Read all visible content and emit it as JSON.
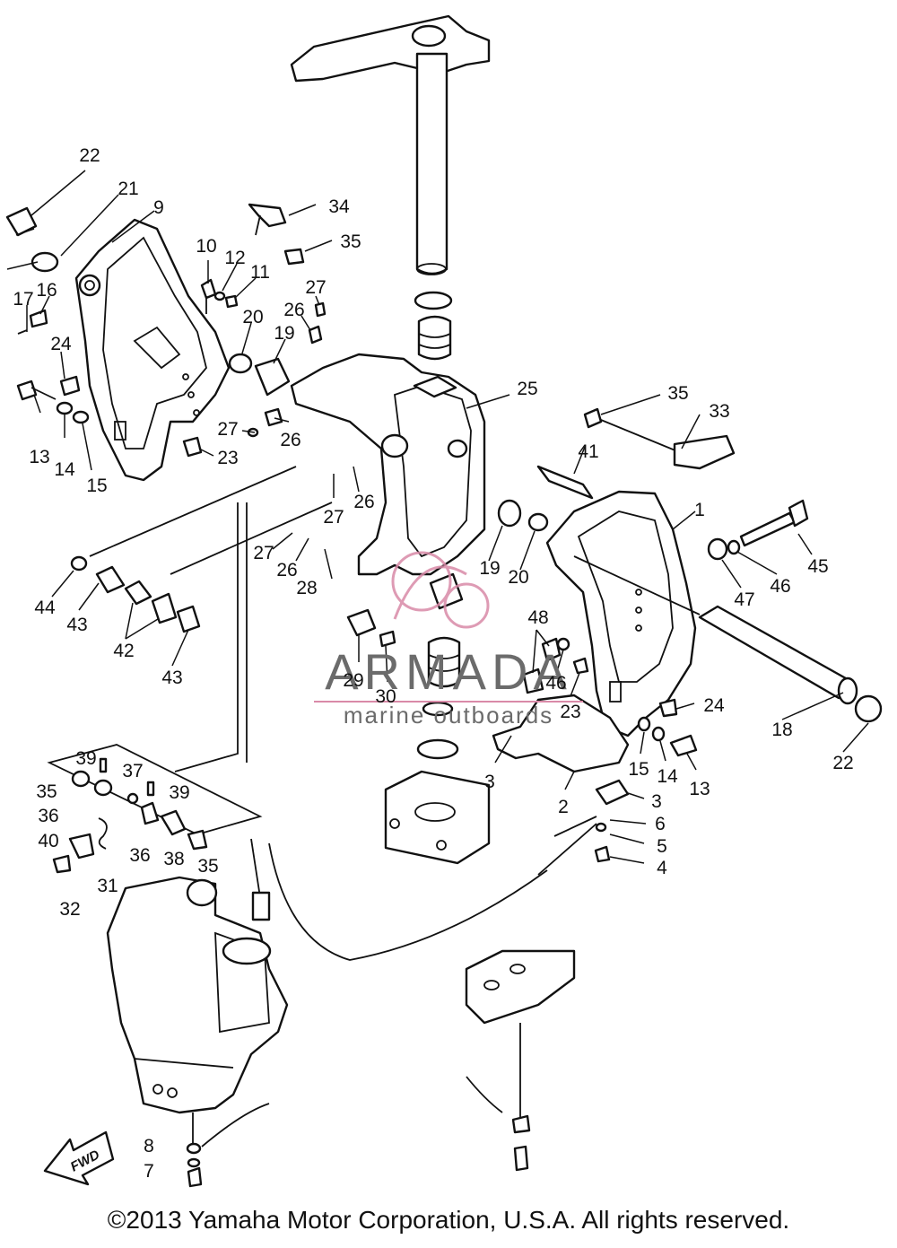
{
  "diagram": {
    "callouts": [
      {
        "id": "22a",
        "label": "22"
      },
      {
        "id": "21",
        "label": "21"
      },
      {
        "id": "9",
        "label": "9"
      },
      {
        "id": "34",
        "label": "34"
      },
      {
        "id": "35a",
        "label": "35"
      },
      {
        "id": "10",
        "label": "10"
      },
      {
        "id": "12",
        "label": "12"
      },
      {
        "id": "11",
        "label": "11"
      },
      {
        "id": "27a",
        "label": "27"
      },
      {
        "id": "17",
        "label": "17"
      },
      {
        "id": "16",
        "label": "16"
      },
      {
        "id": "26a",
        "label": "26"
      },
      {
        "id": "20a",
        "label": "20"
      },
      {
        "id": "19a",
        "label": "19"
      },
      {
        "id": "24a",
        "label": "24"
      },
      {
        "id": "25",
        "label": "25"
      },
      {
        "id": "35b",
        "label": "35"
      },
      {
        "id": "33",
        "label": "33"
      },
      {
        "id": "27b",
        "label": "27"
      },
      {
        "id": "26b",
        "label": "26"
      },
      {
        "id": "23a",
        "label": "23"
      },
      {
        "id": "13a",
        "label": "13"
      },
      {
        "id": "14a",
        "label": "14"
      },
      {
        "id": "15a",
        "label": "15"
      },
      {
        "id": "41",
        "label": "41"
      },
      {
        "id": "1",
        "label": "1"
      },
      {
        "id": "27c",
        "label": "27"
      },
      {
        "id": "26c",
        "label": "26"
      },
      {
        "id": "19b",
        "label": "19"
      },
      {
        "id": "20b",
        "label": "20"
      },
      {
        "id": "45",
        "label": "45"
      },
      {
        "id": "46a",
        "label": "46"
      },
      {
        "id": "47",
        "label": "47"
      },
      {
        "id": "27d",
        "label": "27"
      },
      {
        "id": "26d",
        "label": "26"
      },
      {
        "id": "28",
        "label": "28"
      },
      {
        "id": "44",
        "label": "44"
      },
      {
        "id": "43a",
        "label": "43"
      },
      {
        "id": "42",
        "label": "42"
      },
      {
        "id": "43b",
        "label": "43"
      },
      {
        "id": "48",
        "label": "48"
      },
      {
        "id": "29",
        "label": "29"
      },
      {
        "id": "30",
        "label": "30"
      },
      {
        "id": "46b",
        "label": "46"
      },
      {
        "id": "23b",
        "label": "23"
      },
      {
        "id": "24b",
        "label": "24"
      },
      {
        "id": "18",
        "label": "18"
      },
      {
        "id": "22b",
        "label": "22"
      },
      {
        "id": "15b",
        "label": "15"
      },
      {
        "id": "14b",
        "label": "14"
      },
      {
        "id": "13b",
        "label": "13"
      },
      {
        "id": "3a",
        "label": "3"
      },
      {
        "id": "2",
        "label": "2"
      },
      {
        "id": "3b",
        "label": "3"
      },
      {
        "id": "6",
        "label": "6"
      },
      {
        "id": "5",
        "label": "5"
      },
      {
        "id": "4",
        "label": "4"
      },
      {
        "id": "39a",
        "label": "39"
      },
      {
        "id": "35c",
        "label": "35"
      },
      {
        "id": "37",
        "label": "37"
      },
      {
        "id": "39b",
        "label": "39"
      },
      {
        "id": "36a",
        "label": "36"
      },
      {
        "id": "40",
        "label": "40"
      },
      {
        "id": "36b",
        "label": "36"
      },
      {
        "id": "38",
        "label": "38"
      },
      {
        "id": "35d",
        "label": "35"
      },
      {
        "id": "31",
        "label": "31"
      },
      {
        "id": "32",
        "label": "32"
      },
      {
        "id": "8",
        "label": "8"
      },
      {
        "id": "7",
        "label": "7"
      }
    ],
    "fwd_label": "FWD"
  },
  "watermark": {
    "brand": "ARMADA",
    "tagline": "marine outboards",
    "accent_color": "#d98aa8"
  },
  "copyright": "©2013 Yamaha Motor Corporation, U.S.A. All rights reserved."
}
